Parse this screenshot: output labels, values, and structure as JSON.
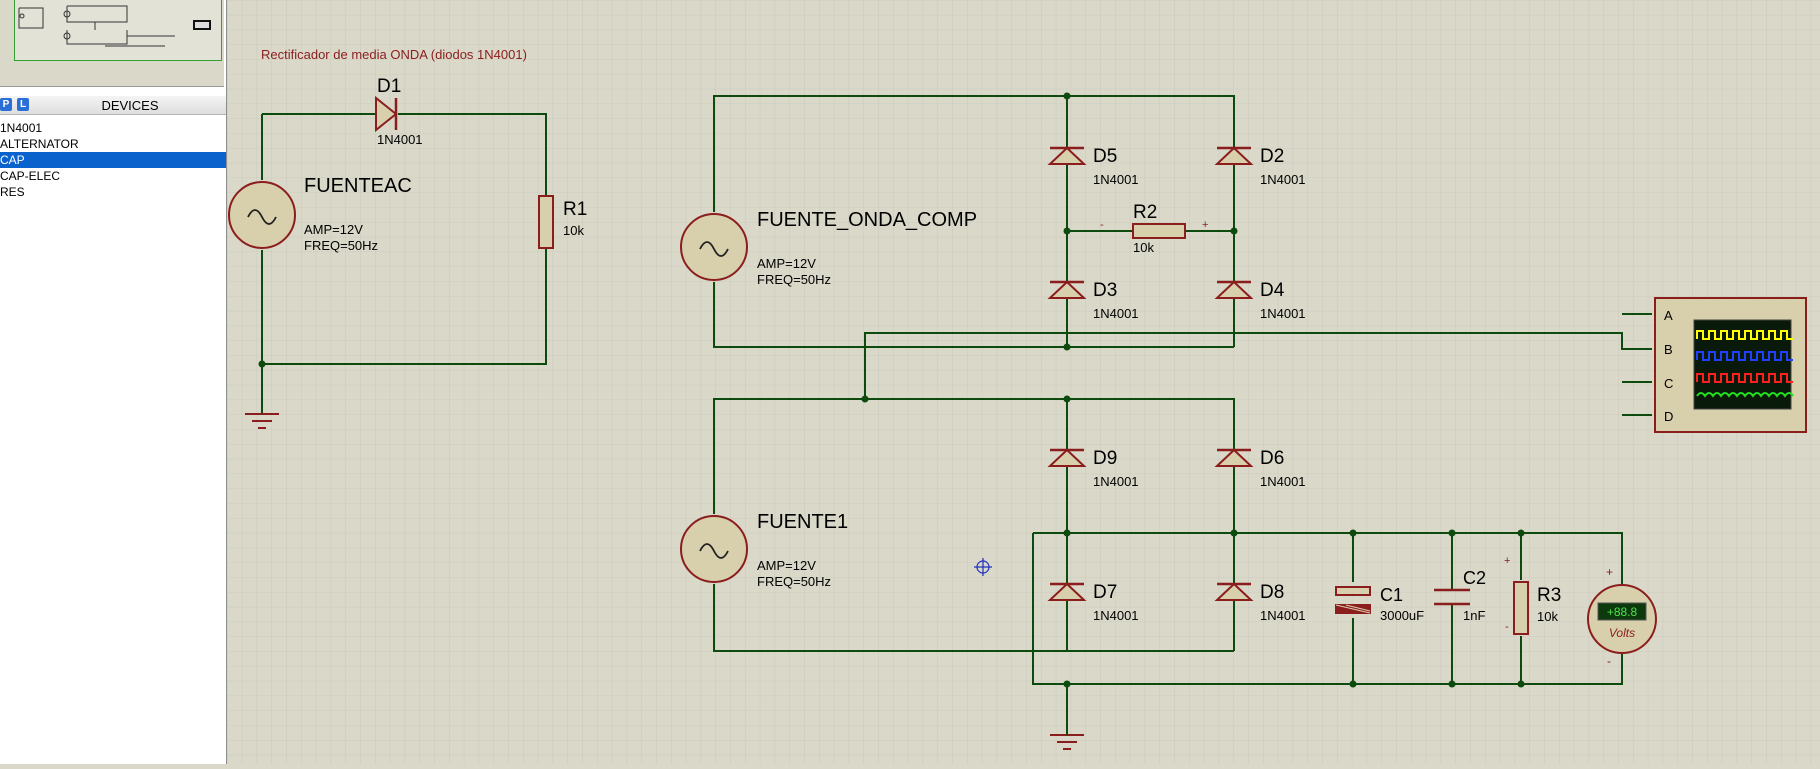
{
  "devices_panel": {
    "btn_p": "P",
    "btn_l": "L",
    "title": "DEVICES",
    "items": [
      {
        "label": "1N4001",
        "selected": false
      },
      {
        "label": "ALTERNATOR",
        "selected": false
      },
      {
        "label": "CAP",
        "selected": true
      },
      {
        "label": "CAP-ELEC",
        "selected": false
      },
      {
        "label": "RES",
        "selected": false
      }
    ]
  },
  "schematic": {
    "title": "Rectificador de media ONDA (diodos 1N4001)",
    "colors": {
      "wire": "#0d4a0d",
      "component": "#8b1d1d",
      "fill": "#d8cfac",
      "grid": "#c2c1b2",
      "background": "#d9d8c9"
    },
    "sources": [
      {
        "name": "FUENTEAC",
        "amp": "AMP=12V",
        "freq": "FREQ=50Hz"
      },
      {
        "name": "FUENTE_ONDA_COMP",
        "amp": "AMP=12V",
        "freq": "FREQ=50Hz"
      },
      {
        "name": "FUENTE1",
        "amp": "AMP=12V",
        "freq": "FREQ=50Hz"
      }
    ],
    "diodes": [
      {
        "name": "D1",
        "value": "1N4001"
      },
      {
        "name": "D5",
        "value": "1N4001"
      },
      {
        "name": "D2",
        "value": "1N4001"
      },
      {
        "name": "D3",
        "value": "1N4001"
      },
      {
        "name": "D4",
        "value": "1N4001"
      },
      {
        "name": "D9",
        "value": "1N4001"
      },
      {
        "name": "D6",
        "value": "1N4001"
      },
      {
        "name": "D7",
        "value": "1N4001"
      },
      {
        "name": "D8",
        "value": "1N4001"
      }
    ],
    "resistors": [
      {
        "name": "R1",
        "value": "10k"
      },
      {
        "name": "R2",
        "value": "10k"
      },
      {
        "name": "R3",
        "value": "10k"
      }
    ],
    "capacitors": [
      {
        "name": "C1",
        "value": "3000uF"
      },
      {
        "name": "C2",
        "value": "1nF"
      }
    ],
    "oscilloscope": {
      "channels": [
        "A",
        "B",
        "C",
        "D"
      ],
      "trace_colors": [
        "#ffff00",
        "#2040ff",
        "#ff2020",
        "#20e020"
      ]
    },
    "voltmeter": {
      "display": "+88.8",
      "label": "Volts",
      "plus": "+",
      "minus": "-"
    },
    "polarity": {
      "plus": "+",
      "minus": "-"
    }
  }
}
